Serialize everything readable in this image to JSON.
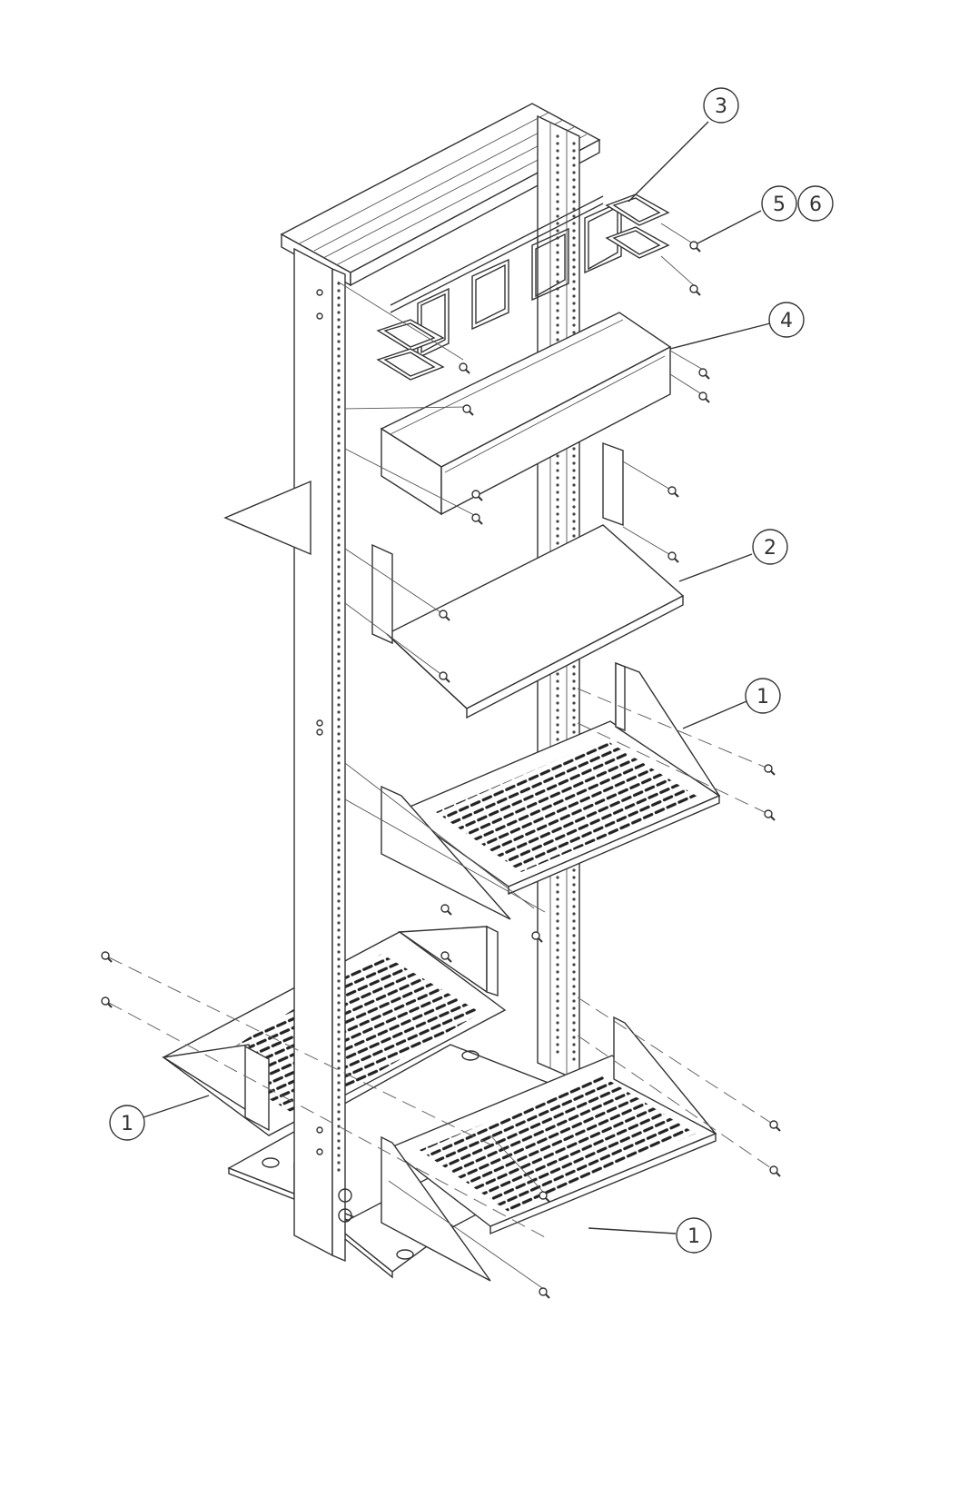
{
  "callouts": [
    {
      "label": "3"
    },
    {
      "label": "5"
    },
    {
      "label": "6"
    },
    {
      "label": "4"
    },
    {
      "label": "2"
    },
    {
      "label": "1"
    },
    {
      "label": "1"
    },
    {
      "label": "1"
    }
  ]
}
